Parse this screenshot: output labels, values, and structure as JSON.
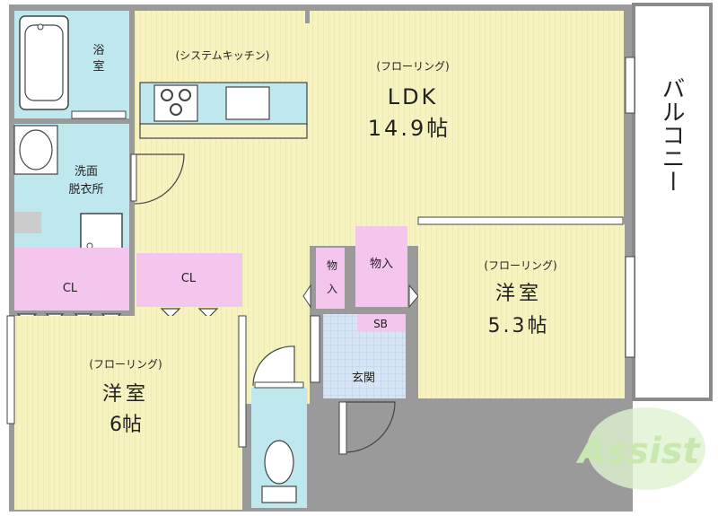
{
  "colors": {
    "floor": "#f6f3c0",
    "floor_line": "#e2dda0",
    "wet": "#bfe8ee",
    "storage": "#f4c6ee",
    "entry": "#cfe0f4",
    "wall": "#8a8a8a",
    "balcony": "#ffffff",
    "logo_green": "#6cc24a",
    "logo_light": "#c8eab0"
  },
  "rooms": {
    "kitchen_label": "(システムキッチン)",
    "ldk_type": "(フローリング)",
    "ldk_name": "LDK",
    "ldk_size": "14.9帖",
    "bath_label_1": "浴",
    "bath_label_2": "室",
    "wash_label_1": "洗面",
    "wash_label_2": "脱衣所",
    "balcony_label": "バルコニー",
    "closet_left": "CL",
    "closet_center": "CL",
    "storage_small_1": "物",
    "storage_small_2": "入",
    "storage_large": "物入",
    "western_right_type": "(フローリング)",
    "western_right_name": "洋室",
    "western_right_size": "5.3帖",
    "shoe_box": "SB",
    "entrance": "玄関",
    "western_left_type": "(フローリング)",
    "western_left_name": "洋室",
    "western_left_size": "6帖"
  },
  "logo": {
    "text": "Assist"
  }
}
